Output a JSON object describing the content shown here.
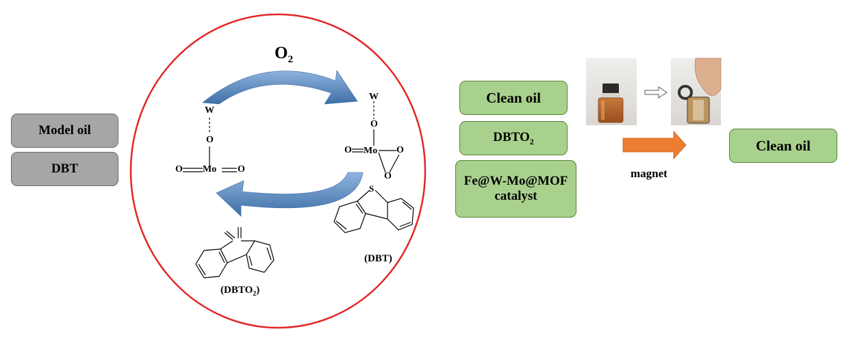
{
  "left_boxes": {
    "model_oil": "Model oil",
    "dbt": "DBT"
  },
  "cycle": {
    "oxidant_main": "O",
    "oxidant_sub": "2",
    "atoms": {
      "w": "W",
      "o": "O",
      "mo": "Mo"
    },
    "label_dbt": "(DBT)",
    "label_dbto2_main": "(DBTO",
    "label_dbto2_sub": "2",
    "label_dbto2_end": ")"
  },
  "right_boxes": {
    "clean_oil": "Clean oil",
    "dbto2_main": "DBTO",
    "dbto2_sub": "2",
    "catalyst_line1": "Fe@W-Mo@MOF",
    "catalyst_line2": "catalyst"
  },
  "separation": {
    "magnet_label": "magnet",
    "result": "Clean oil"
  },
  "colors": {
    "circle": "#e32626",
    "cycle_arrow": "#4a7fb8",
    "gray_box": "#a6a6a6",
    "green_box": "#a9d18e",
    "orange_arrow": "#ed7d31"
  }
}
